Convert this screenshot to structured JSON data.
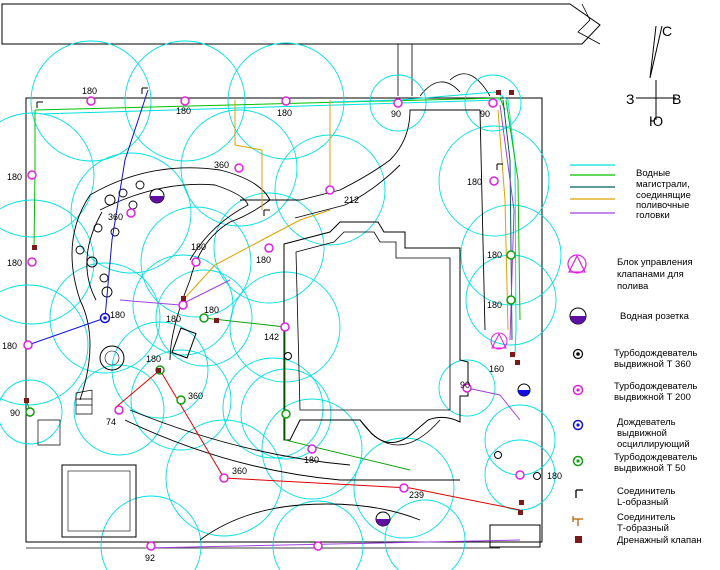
{
  "compass": {
    "north": "С",
    "south": "Ю",
    "west": "З",
    "east": "В"
  },
  "sprinkler_labels": [
    "180",
    "180",
    "180",
    "90",
    "90",
    "180",
    "360",
    "212",
    "180",
    "180",
    "180",
    "360",
    "180",
    "180",
    "180",
    "142",
    "180",
    "180",
    "90",
    "160",
    "360",
    "74",
    "90",
    "180",
    "360",
    "180",
    "239",
    "180",
    "92",
    "180",
    "180"
  ],
  "legend": {
    "water_lines": [
      "Водные",
      "магистрали,",
      "соединящие",
      "поливочные",
      "головки"
    ],
    "line_colors": [
      "#00e0e0",
      "#00c000",
      "#006060",
      "#e0a000",
      "#a040e0"
    ],
    "control_unit": [
      "Блок управления",
      "клапанами для",
      "полива"
    ],
    "water_socket": "Водная розетка",
    "turbo360": [
      "Турбодождеватель",
      "выдвижной Т 360"
    ],
    "turbo200": [
      "Турбодождеватель",
      "выдвижной Т 200"
    ],
    "oscillating": [
      "Дождеватель",
      "выдвижной",
      "осциллирующий"
    ],
    "turbo50": [
      "Турбодождеватель",
      "выдвижной Т 50"
    ],
    "l_connector": [
      "Соединитель",
      "L-образный"
    ],
    "t_connector": [
      "Соединитель",
      "Т-образный"
    ],
    "drain_valve": "Дренажный клапан"
  },
  "colors": {
    "coverage": "#00e0e0",
    "magenta": "#e020e0",
    "blue": "#1010e0",
    "green": "#10a010",
    "red": "#e00000",
    "orange": "#e0a000",
    "purple": "#8000c0",
    "drain": "#7a1a1a"
  }
}
